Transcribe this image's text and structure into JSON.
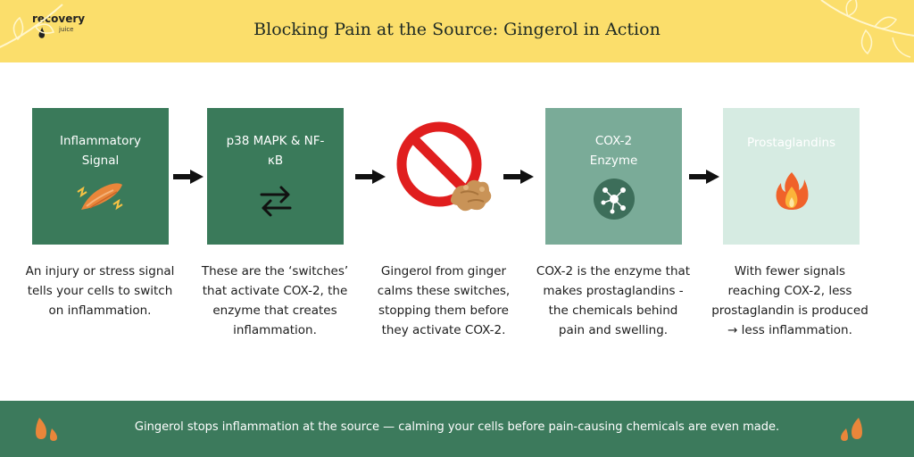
{
  "brand": {
    "name": "recovery",
    "sub": "juice"
  },
  "header": {
    "title": "Blocking Pain at the Source: Gingerol in Action"
  },
  "colors": {
    "header_bg": "#fbde6b",
    "box_1": "#3a7a5a",
    "box_2": "#3a7a5a",
    "box_4": "#7aab98",
    "box_5": "#d6ebe2",
    "footer_bg": "#3c7a5c",
    "accent_orange": "#e9863a",
    "block_red": "#e01e1e"
  },
  "steps": [
    {
      "label": "Inflammatory Signal",
      "icon": "inflamed-muscle-icon",
      "description": "An injury or stress signal tells your cells to switch on inflammation."
    },
    {
      "label": "p38 MAPK & NF-κB",
      "icon": "switch-arrows-icon",
      "description": "These are the ‘switches’ that activate COX-2, the enzyme that creates inflammation."
    },
    {
      "label": "",
      "icon": "no-symbol-ginger-icon",
      "description": "Gingerol from ginger calms these switches, stopping them before they activate COX-2."
    },
    {
      "label": "COX-2 Enzyme",
      "icon": "enzyme-molecule-icon",
      "description": "COX-2 is the enzyme that makes prostaglandins - the chemicals behind pain and swelling."
    },
    {
      "label": "Prostaglandins",
      "icon": "flame-icon",
      "description": "With fewer signals reaching COX-2, less prostaglandin is produced → less inflammation."
    }
  ],
  "footer": {
    "text": "Gingerol stops inflammation at the source — calming your cells before pain-causing chemicals are even made."
  }
}
